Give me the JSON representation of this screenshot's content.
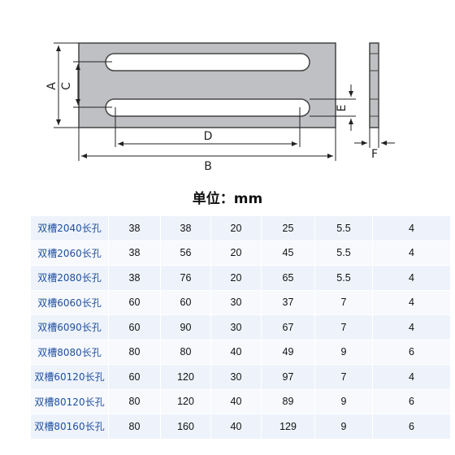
{
  "drawing": {
    "labels": {
      "A": "A",
      "B": "B",
      "C": "C",
      "D": "D",
      "E": "E",
      "F": "F"
    }
  },
  "unit_title": "单位：mm",
  "table": {
    "rows": [
      [
        "双槽2040长孔",
        "38",
        "38",
        "20",
        "25",
        "5.5",
        "4"
      ],
      [
        "双槽2060长孔",
        "38",
        "56",
        "20",
        "45",
        "5.5",
        "4"
      ],
      [
        "双槽2080长孔",
        "38",
        "76",
        "20",
        "65",
        "5.5",
        "4"
      ],
      [
        "双槽6060长孔",
        "60",
        "60",
        "30",
        "37",
        "7",
        "4"
      ],
      [
        "双槽6090长孔",
        "60",
        "90",
        "30",
        "67",
        "7",
        "4"
      ],
      [
        "双槽8080长孔",
        "80",
        "80",
        "40",
        "49",
        "9",
        "6"
      ],
      [
        "双槽60120长孔",
        "60",
        "120",
        "30",
        "97",
        "7",
        "4"
      ],
      [
        "双槽80120长孔",
        "80",
        "120",
        "40",
        "89",
        "9",
        "6"
      ],
      [
        "双槽80160长孔",
        "80",
        "160",
        "40",
        "129",
        "9",
        "6"
      ]
    ]
  }
}
